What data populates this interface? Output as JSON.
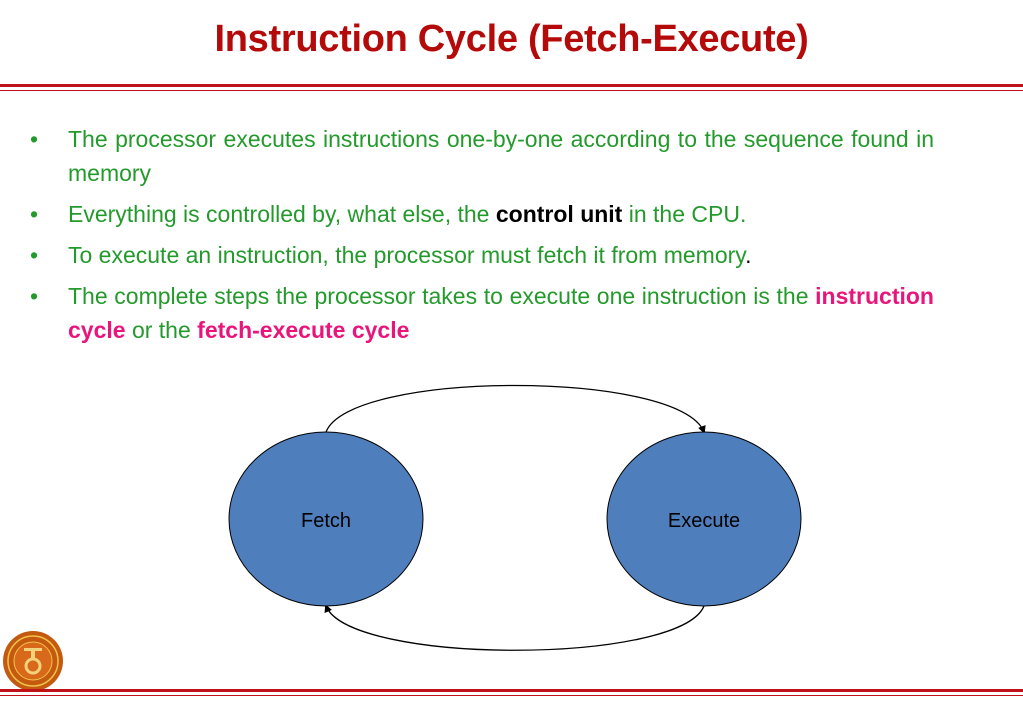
{
  "title": "Instruction Cycle (Fetch-Execute)",
  "bullets": [
    {
      "text": "The processor executes instructions one-by-one according to the sequence found in memory"
    },
    {
      "before": "Everything is controlled by, what else, the ",
      "emphasis": "control unit",
      "after": " in the CPU."
    },
    {
      "text": "To execute an instruction, the processor must fetch it from memory",
      "end": "."
    },
    {
      "before": "The complete steps the processor takes to execute one instruction is the ",
      "emphasis1": "instruction cycle",
      "middle": " or the ",
      "emphasis2": "fetch-execute cycle"
    }
  ],
  "diagram": {
    "nodes": [
      "Fetch",
      "Execute"
    ],
    "node_color": "#4f7ebd"
  },
  "colors": {
    "title": "#b40a0a",
    "body_text": "#249a2c",
    "highlight": "#e8157a",
    "rule": "#c0121a"
  },
  "logo_icon": "university-seal-icon"
}
